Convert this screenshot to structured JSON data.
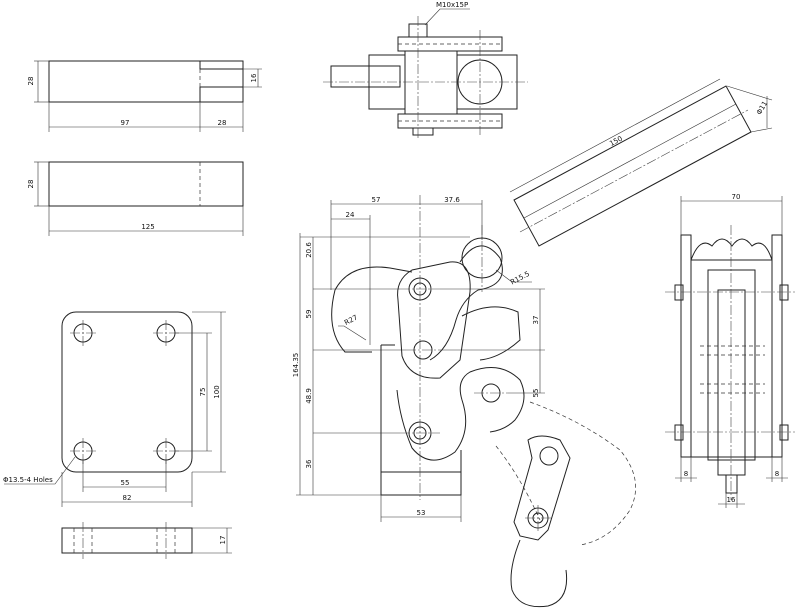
{
  "dimensions": {
    "d28a": "28",
    "d16": "16",
    "d97": "97",
    "d28b": "28",
    "d28c": "28",
    "d125": "125",
    "thread": "M10x15P",
    "d150": "150",
    "dphi11": "Φ11",
    "d57": "57",
    "d376": "37.6",
    "d24": "24",
    "d206": "20.6",
    "dr155": "R15.5",
    "d59": "59",
    "dr27": "R27",
    "d37": "37",
    "d16435": "164.35",
    "d489": "48.9",
    "d55b": "55",
    "d36": "36",
    "d53": "53",
    "d70": "70",
    "d8a": "8",
    "d8b": "8",
    "d16b": "16",
    "d100": "100",
    "d75": "75",
    "d55": "55",
    "d82": "82",
    "holes": "Φ13.5-4 Holes",
    "d17": "17"
  }
}
